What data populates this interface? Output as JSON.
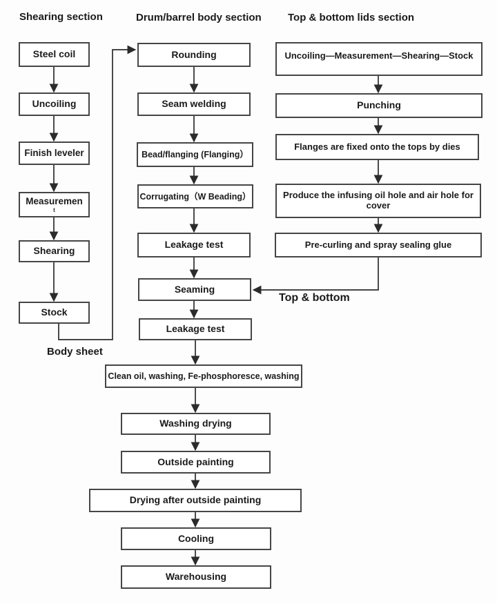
{
  "diagram": {
    "sections": {
      "shearing": {
        "title": "Shearing section",
        "steps": [
          {
            "label": "Steel coil"
          },
          {
            "label": "Uncoiling"
          },
          {
            "label": "Finish leveler"
          },
          {
            "label": "Measuremen",
            "wrapped_char": "t"
          },
          {
            "label": "Shearing"
          },
          {
            "label": "Stock"
          }
        ],
        "output_label": "Body sheet"
      },
      "body": {
        "title": "Drum/barrel body section",
        "steps": [
          {
            "label": "Rounding"
          },
          {
            "label": "Seam welding"
          },
          {
            "label": "Bead/flanging (Flanging）"
          },
          {
            "label": "Corrugating（W Beading）"
          },
          {
            "label": "Leakage test"
          },
          {
            "label": "Seaming"
          },
          {
            "label": "Leakage test"
          }
        ]
      },
      "lids": {
        "title": "Top & bottom lids section",
        "steps": [
          {
            "label": "Uncoiling—Measurement—Shearing—Stock"
          },
          {
            "label": "Punching"
          },
          {
            "label": "Flanges are fixed onto the tops by dies"
          },
          {
            "label": "Produce the infusing oil hole and air hole for cover"
          },
          {
            "label": "Pre-curling and spray sealing glue"
          }
        ],
        "join_label": "Top & bottom"
      },
      "finishing": {
        "steps": [
          {
            "label": "Clean oil, washing, Fe-phosphoresce, washing"
          },
          {
            "label": "Washing drying"
          },
          {
            "label": "Outside painting"
          },
          {
            "label": "Drying after outside painting"
          },
          {
            "label": "Cooling"
          },
          {
            "label": "Warehousing"
          }
        ]
      }
    },
    "colors": {
      "line": "#2b2b2b",
      "box_border": "#454545",
      "box_fill": "#ffffff",
      "text": "#1a1a1a",
      "background": "#fdfdfd"
    }
  }
}
